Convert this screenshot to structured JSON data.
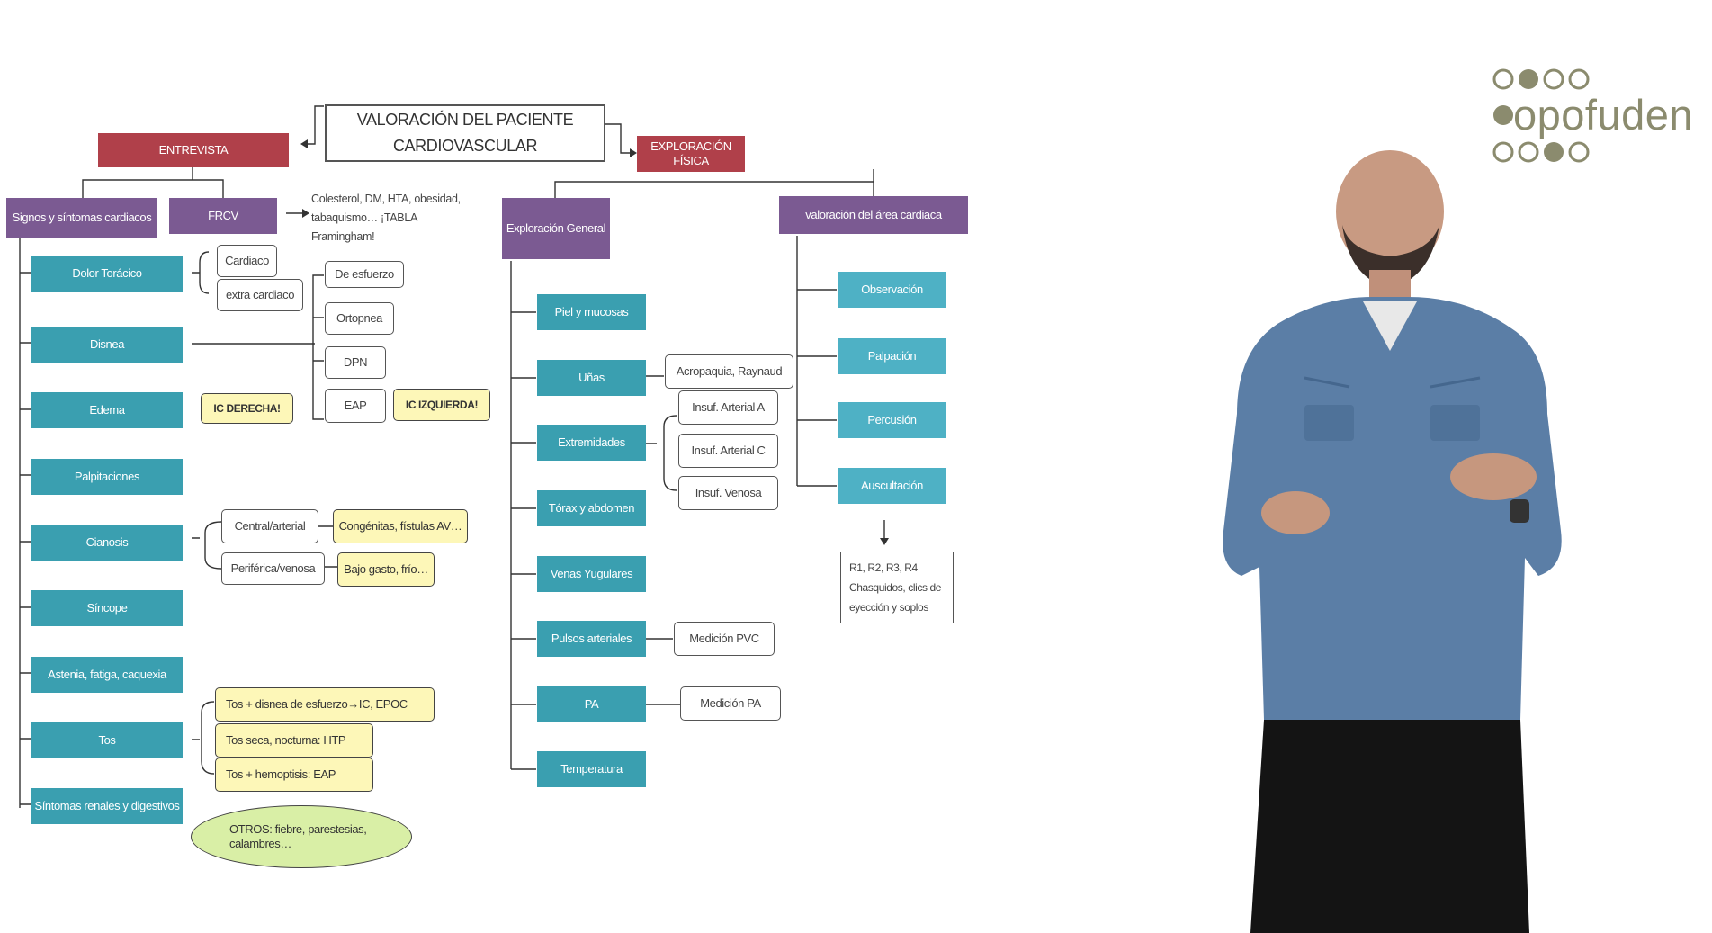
{
  "colors": {
    "red": "#b0404a",
    "purple": "#7b5a92",
    "teal": "#3a9fb0",
    "yellow": "#fdf7b8",
    "logo": "#8b8b6e"
  },
  "logo": {
    "text": "opofuden"
  },
  "diagram": {
    "title_line1": "VALORACIÓN DEL PACIENTE",
    "title_line2": "CARDIOVASCULAR",
    "entrevista": "ENTREVISTA",
    "exploracion_fisica": "EXPLORACIÓN FÍSICA",
    "signos": "Signos y síntomas cardiacos",
    "frcv": "FRCV",
    "frcv_note_1": "Colesterol, DM, HTA, obesidad,",
    "frcv_note_2": "tabaquismo… ¡TABLA",
    "frcv_note_3": "Framingham!",
    "symptoms": [
      "Dolor Torácico",
      "Disnea",
      "Edema",
      "Palpitaciones",
      "Cianosis",
      "Síncope",
      "Astenia, fatiga, caquexia",
      "Tos",
      "Síntomas renales y digestivos"
    ],
    "dolor_types": [
      "Cardiaco",
      "extra cardiaco"
    ],
    "disnea_types": [
      "De esfuerzo",
      "Ortopnea",
      "DPN",
      "EAP"
    ],
    "ic_derecha": "IC DERECHA!",
    "ic_izquierda": "IC IZQUIERDA!",
    "cianosis_types": [
      "Central/arterial",
      "Periférica/venosa"
    ],
    "cianosis_causes": [
      "Congénitas, fístulas AV…",
      "Bajo gasto, frío…"
    ],
    "tos_types": [
      "Tos + disnea de esfuerzo→IC, EPOC",
      "Tos seca, nocturna: HTP",
      "Tos + hemoptisis: EAP"
    ],
    "otros_1": "OTROS: fiebre, parestesias,",
    "otros_2": "calambres…",
    "exploracion_general": "Exploración General",
    "exploracion_items": [
      "Piel y mucosas",
      "Uñas",
      "Extremidades",
      "Tórax y abdomen",
      "Venas Yugulares",
      "Pulsos arteriales",
      "PA",
      "Temperatura"
    ],
    "unas_note": "Acropaquia, Raynaud",
    "extremidades_notes": [
      "Insuf. Arterial A",
      "Insuf. Arterial C",
      "Insuf. Venosa"
    ],
    "pulsos_note": "Medición PVC",
    "pa_note": "Medición PA",
    "valoracion_area": "valoración del área cardiaca",
    "area_items": [
      "Observación",
      "Palpación",
      "Percusión",
      "Auscultación"
    ],
    "auscultacion_note_1": "R1, R2, R3, R4",
    "auscultacion_note_2": "Chasquidos, clics de",
    "auscultacion_note_3": "eyección y soplos"
  }
}
